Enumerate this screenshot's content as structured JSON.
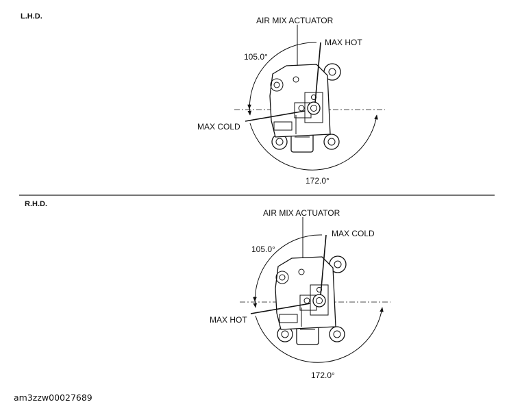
{
  "figure_code": "am3zzw00027689",
  "sections": [
    {
      "heading": "L.H.D.",
      "part_label": "AIR MIX ACTUATOR",
      "top_position_label": "MAX HOT",
      "left_position_label": "MAX COLD",
      "small_angle": "105.0°",
      "large_angle": "172.0°"
    },
    {
      "heading": "R.H.D.",
      "part_label": "AIR MIX ACTUATOR",
      "top_position_label": "MAX COLD",
      "left_position_label": "MAX HOT",
      "small_angle": "105.0°",
      "large_angle": "172.0°"
    }
  ]
}
